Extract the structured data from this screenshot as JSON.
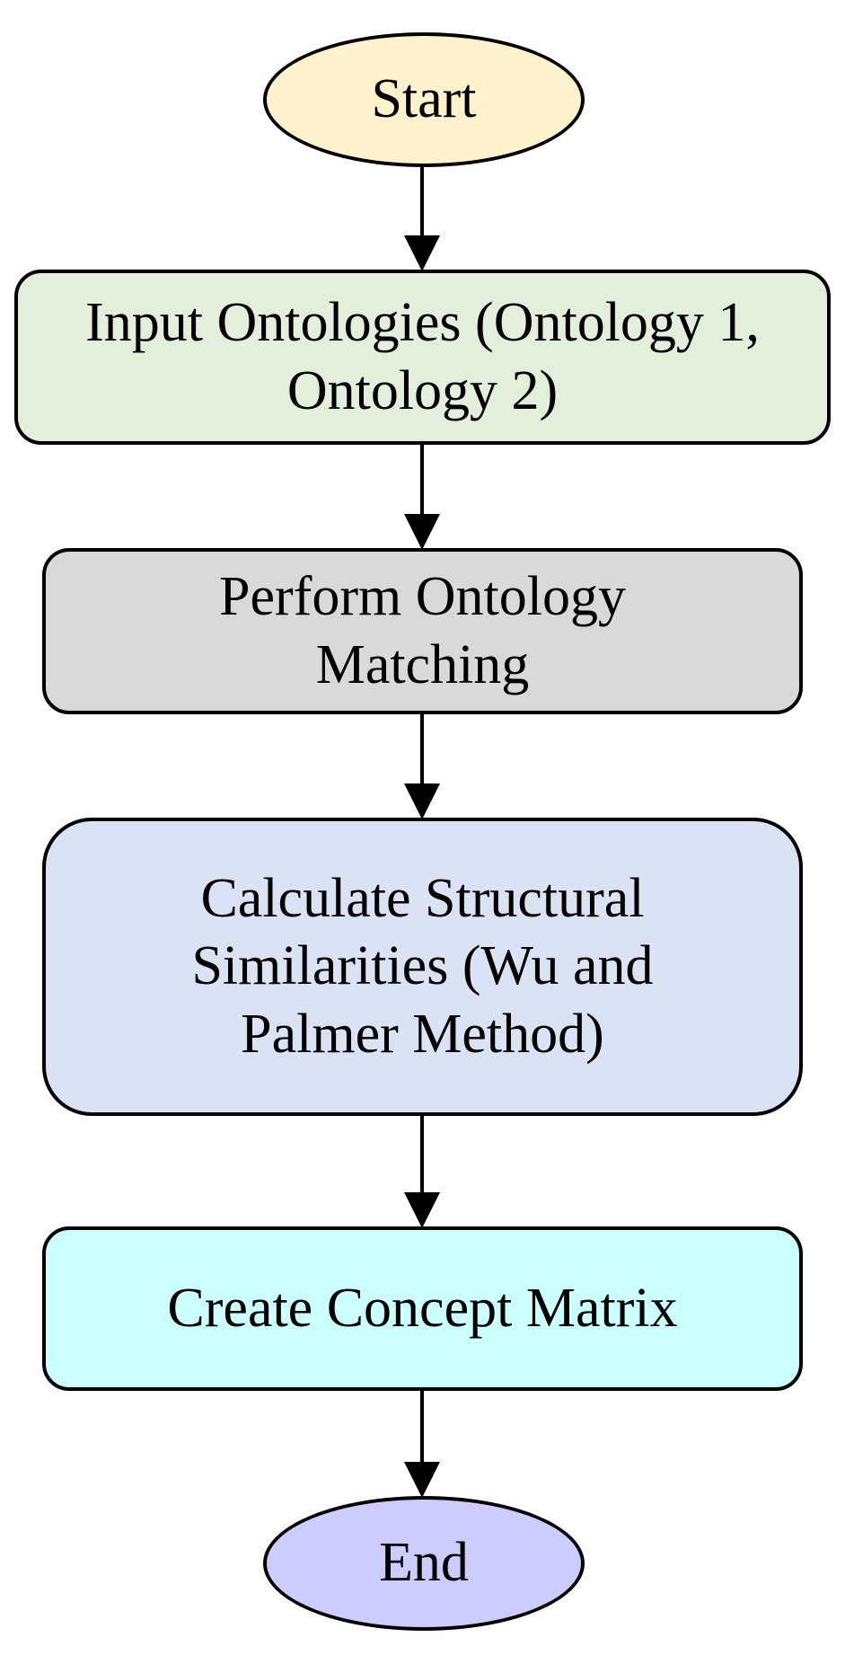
{
  "nodes": {
    "start": {
      "label": "Start",
      "fill": "#FFF2CC"
    },
    "input": {
      "label": "Input Ontologies (Ontology 1, Ontology 2)",
      "fill": "#E2EFDA"
    },
    "match": {
      "label": "Perform Ontology Matching",
      "fill": "#D9D9D9"
    },
    "calc": {
      "label": "Calculate Structural Similarities (Wu and Palmer Method)",
      "fill": "#DAE3F3"
    },
    "matrix": {
      "label": "Create Concept Matrix",
      "fill": "#CCFFFF"
    },
    "end": {
      "label": "End",
      "fill": "#CCCCFF"
    }
  },
  "edges": [
    {
      "from": "start",
      "to": "input"
    },
    {
      "from": "input",
      "to": "match"
    },
    {
      "from": "match",
      "to": "calc"
    },
    {
      "from": "calc",
      "to": "matrix"
    },
    {
      "from": "matrix",
      "to": "end"
    }
  ],
  "colors": {
    "stroke": "#000000",
    "background": "#FFFFFF"
  }
}
